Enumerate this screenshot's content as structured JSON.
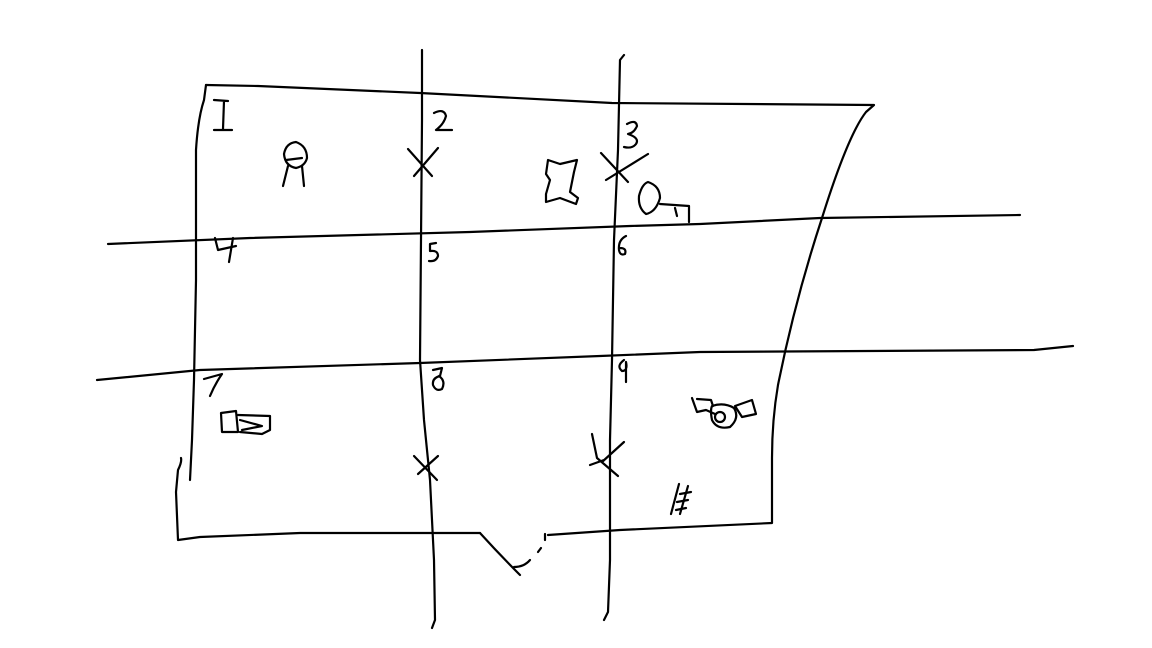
{
  "sketch": {
    "ink_color": "#000000",
    "background": "#ffffff",
    "cells": [
      {
        "id": "cell-1",
        "label": "1"
      },
      {
        "id": "cell-2",
        "label": "2"
      },
      {
        "id": "cell-3",
        "label": "3"
      },
      {
        "id": "cell-4",
        "label": "4"
      },
      {
        "id": "cell-5",
        "label": "5"
      },
      {
        "id": "cell-6",
        "label": "6"
      },
      {
        "id": "cell-7",
        "label": "7"
      },
      {
        "id": "cell-8",
        "label": "8"
      },
      {
        "id": "cell-9",
        "label": "9"
      }
    ],
    "symbols": [
      "person-icon",
      "bone-icon",
      "key-icon",
      "cart-icon",
      "camera-icon",
      "ladder-icon",
      "x-mark-icon",
      "door-gap"
    ]
  }
}
